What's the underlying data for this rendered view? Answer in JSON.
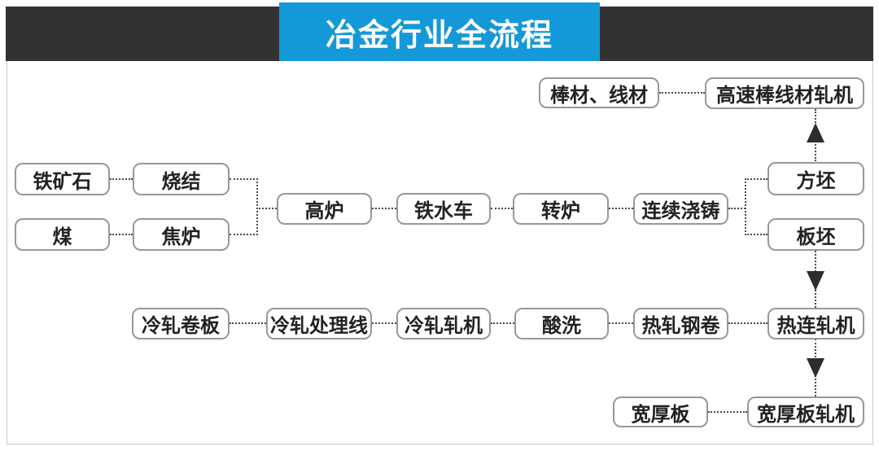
{
  "title": "冶金行业全流程",
  "colors": {
    "header_bg": "#323232",
    "title_bg": "#1598d7",
    "title_text": "#ffffff",
    "box_bg": "#ffffff",
    "box_border": "#989898",
    "box_text": "#222222",
    "connector_dotted": "#4a4a4a",
    "arrow": "#2d2d2d",
    "page_border": "#c9c9c9"
  },
  "nodes": [
    {
      "id": "products-bar-wire",
      "label": "棒材、线材"
    },
    {
      "id": "high-speed-bar-wire-mill",
      "label": "高速棒线材轧机"
    },
    {
      "id": "iron-ore",
      "label": "铁矿石"
    },
    {
      "id": "sintering",
      "label": "烧结"
    },
    {
      "id": "coal",
      "label": "煤"
    },
    {
      "id": "coke-oven",
      "label": "焦炉"
    },
    {
      "id": "blast-furnace",
      "label": "高炉"
    },
    {
      "id": "hot-metal-car",
      "label": "铁水车"
    },
    {
      "id": "converter",
      "label": "转炉"
    },
    {
      "id": "continuous-casting",
      "label": "连续浇铸"
    },
    {
      "id": "square-billet",
      "label": "方坯"
    },
    {
      "id": "slab",
      "label": "板坯"
    },
    {
      "id": "cold-rolled-coil",
      "label": "冷轧卷板"
    },
    {
      "id": "cold-rolling-processing-line",
      "label": "冷轧处理线"
    },
    {
      "id": "cold-rolling-mill",
      "label": "冷轧轧机"
    },
    {
      "id": "pickling",
      "label": "酸洗"
    },
    {
      "id": "hot-rolled-coil",
      "label": "热轧钢卷"
    },
    {
      "id": "hot-strip-mill",
      "label": "热连轧机"
    },
    {
      "id": "wide-heavy-plate",
      "label": "宽厚板"
    },
    {
      "id": "wide-heavy-plate-mill",
      "label": "宽厚板轧机"
    }
  ],
  "edges": [
    {
      "from": "iron-ore",
      "to": "sintering",
      "arrow": false
    },
    {
      "from": "coal",
      "to": "coke-oven",
      "arrow": false
    },
    {
      "from": "sintering",
      "to": "blast-furnace",
      "arrow": false
    },
    {
      "from": "coke-oven",
      "to": "blast-furnace",
      "arrow": false
    },
    {
      "from": "blast-furnace",
      "to": "hot-metal-car",
      "arrow": false
    },
    {
      "from": "hot-metal-car",
      "to": "converter",
      "arrow": false
    },
    {
      "from": "converter",
      "to": "continuous-casting",
      "arrow": false
    },
    {
      "from": "continuous-casting",
      "to": "square-billet",
      "arrow": false
    },
    {
      "from": "continuous-casting",
      "to": "slab",
      "arrow": false
    },
    {
      "from": "square-billet",
      "to": "high-speed-bar-wire-mill",
      "arrow": true
    },
    {
      "from": "high-speed-bar-wire-mill",
      "to": "products-bar-wire",
      "arrow": false
    },
    {
      "from": "slab",
      "to": "hot-strip-mill",
      "arrow": true
    },
    {
      "from": "hot-strip-mill",
      "to": "hot-rolled-coil",
      "arrow": false
    },
    {
      "from": "hot-rolled-coil",
      "to": "pickling",
      "arrow": false
    },
    {
      "from": "pickling",
      "to": "cold-rolling-mill",
      "arrow": false
    },
    {
      "from": "cold-rolling-mill",
      "to": "cold-rolling-processing-line",
      "arrow": false
    },
    {
      "from": "cold-rolling-processing-line",
      "to": "cold-rolled-coil",
      "arrow": false
    },
    {
      "from": "hot-strip-mill",
      "to": "wide-heavy-plate-mill",
      "arrow": true
    },
    {
      "from": "wide-heavy-plate-mill",
      "to": "wide-heavy-plate",
      "arrow": false
    }
  ]
}
